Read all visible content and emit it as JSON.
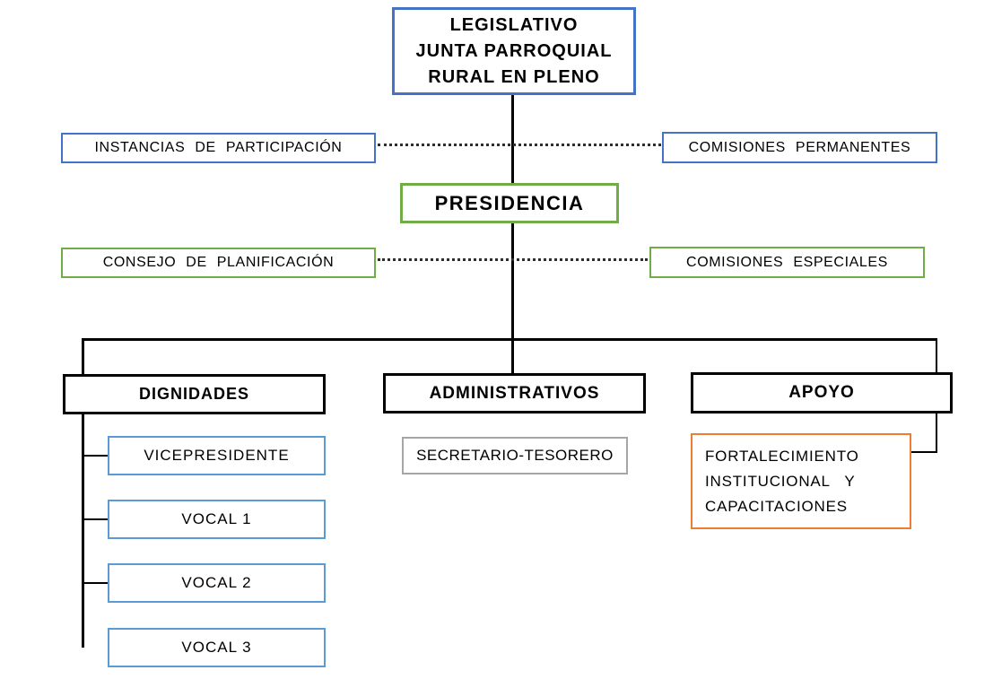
{
  "diagram_type": "organizational-chart",
  "colors": {
    "blue": "#4472C4",
    "green": "#70AD47",
    "light_blue": "#5B9BD5",
    "orange": "#ED7D31",
    "gray": "#A6A6A6",
    "black": "#000000",
    "connector": "#000000"
  },
  "nodes": {
    "legislativo": {
      "lines": [
        "LEGISLATIVO",
        "JUNTA PARROQUIAL",
        "RURAL EN PLENO"
      ],
      "border_color": "#4472C4"
    },
    "instancias": {
      "label": "INSTANCIAS DE PARTICIPACIÓN",
      "border_color": "#4472C4"
    },
    "comisiones_permanentes": {
      "label": "COMISIONES PERMANENTES",
      "border_color": "#4472C4"
    },
    "presidencia": {
      "label": "PRESIDENCIA",
      "border_color": "#70AD47"
    },
    "consejo_planificacion": {
      "label": "CONSEJO DE PLANIFICACIÓN",
      "border_color": "#70AD47"
    },
    "comisiones_especiales": {
      "label": "COMISIONES ESPECIALES",
      "border_color": "#70AD47"
    },
    "dignidades": {
      "label": "DIGNIDADES",
      "border_color": "#000000"
    },
    "administrativos": {
      "label": "ADMINISTRATIVOS",
      "border_color": "#000000"
    },
    "apoyo": {
      "label": "APOYO",
      "border_color": "#000000"
    },
    "vicepresidente": {
      "label": "VICEPRESIDENTE",
      "border_color": "#5B9BD5"
    },
    "vocal1": {
      "label": "VOCAL 1",
      "border_color": "#5B9BD5"
    },
    "vocal2": {
      "label": "VOCAL 2",
      "border_color": "#5B9BD5"
    },
    "vocal3": {
      "label": "VOCAL 3",
      "border_color": "#5B9BD5"
    },
    "secretario_tesorero": {
      "label": "SECRETARIO-TESORERO",
      "border_color": "#A6A6A6"
    },
    "fortalecimiento": {
      "lines": [
        "FORTALECIMIENTO",
        "INSTITUCIONAL   Y",
        "CAPACITACIONES"
      ],
      "border_color": "#ED7D31"
    }
  },
  "edges": [
    {
      "from": "legislativo",
      "to": "presidencia",
      "style": "solid"
    },
    {
      "from": "instancias",
      "to": "comisiones_permanentes",
      "style": "dotted"
    },
    {
      "from": "consejo_planificacion",
      "to": "comisiones_especiales",
      "style": "dotted"
    },
    {
      "from": "presidencia",
      "to": "dignidades",
      "style": "solid"
    },
    {
      "from": "presidencia",
      "to": "administrativos",
      "style": "solid"
    },
    {
      "from": "presidencia",
      "to": "apoyo",
      "style": "solid"
    },
    {
      "from": "dignidades",
      "to": "vicepresidente",
      "style": "solid"
    },
    {
      "from": "dignidades",
      "to": "vocal1",
      "style": "solid"
    },
    {
      "from": "dignidades",
      "to": "vocal2",
      "style": "solid"
    },
    {
      "from": "dignidades",
      "to": "vocal3",
      "style": "solid"
    },
    {
      "from": "apoyo",
      "to": "fortalecimiento",
      "style": "solid"
    }
  ]
}
